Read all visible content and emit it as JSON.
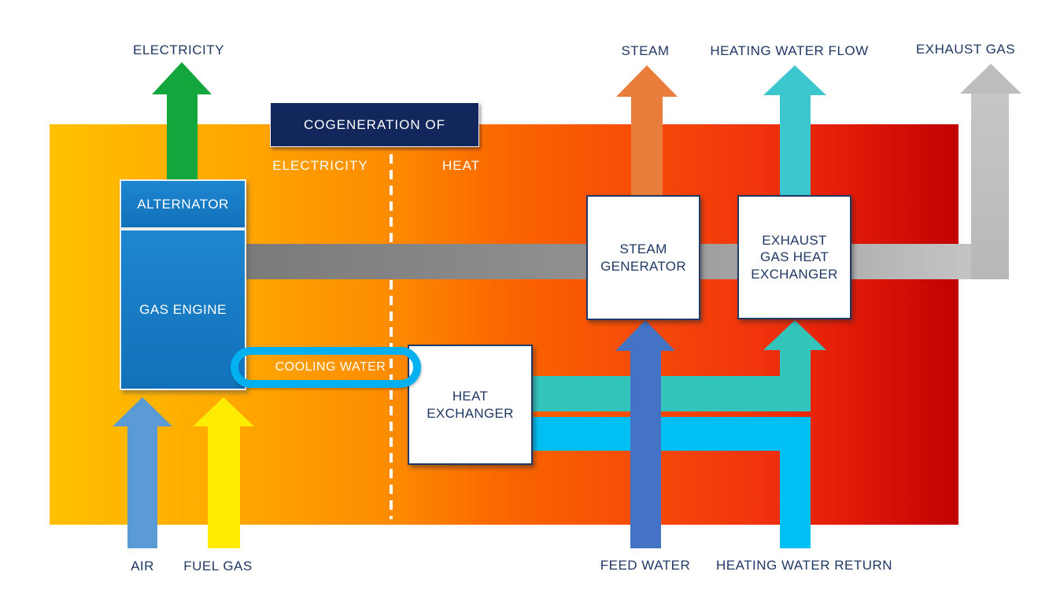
{
  "diagram": {
    "banner": {
      "label": "COGENERATION OF"
    },
    "zones": {
      "left": "ELECTRICITY",
      "right": "HEAT"
    },
    "components": {
      "alternator": "ALTERNATOR",
      "gas_engine": "GAS ENGINE",
      "steam_generator": "STEAM GENERATOR",
      "exhaust_gas_heat_exchanger": "EXHAUST GAS HEAT EXCHANGER",
      "heat_exchanger": "HEAT EXCHANGER"
    },
    "outputs": {
      "electricity": "ELECTRICITY",
      "steam": "STEAM",
      "heating_water_flow": "HEATING WATER FLOW",
      "exhaust_gas": "EXHAUST GAS"
    },
    "inputs": {
      "air": "AIR",
      "fuel_gas": "FUEL GAS",
      "feed_water": "FEED WATER",
      "heating_water_return": "HEATING WATER RETURN"
    },
    "annotations": {
      "cooling_water": "COOLING WATER"
    },
    "colors": {
      "gradient_left": "#FFC000",
      "gradient_right": "#C00202",
      "navy": "#1F3864",
      "banner_bg": "#12275C",
      "machine_blue": "#1271B9",
      "green": "#12A63C",
      "steam_orange": "#E87D3C",
      "teal_arrow": "#3CC6CE",
      "teal_band": "#33C5BC",
      "gray_light": "#BDBDBD",
      "air_blue": "#5B9BD5",
      "fuel_yellow": "#FFEC00",
      "feed_blue": "#4472C4",
      "cyan": "#00BFF3",
      "cooling_cyan": "#00B0F0"
    }
  }
}
